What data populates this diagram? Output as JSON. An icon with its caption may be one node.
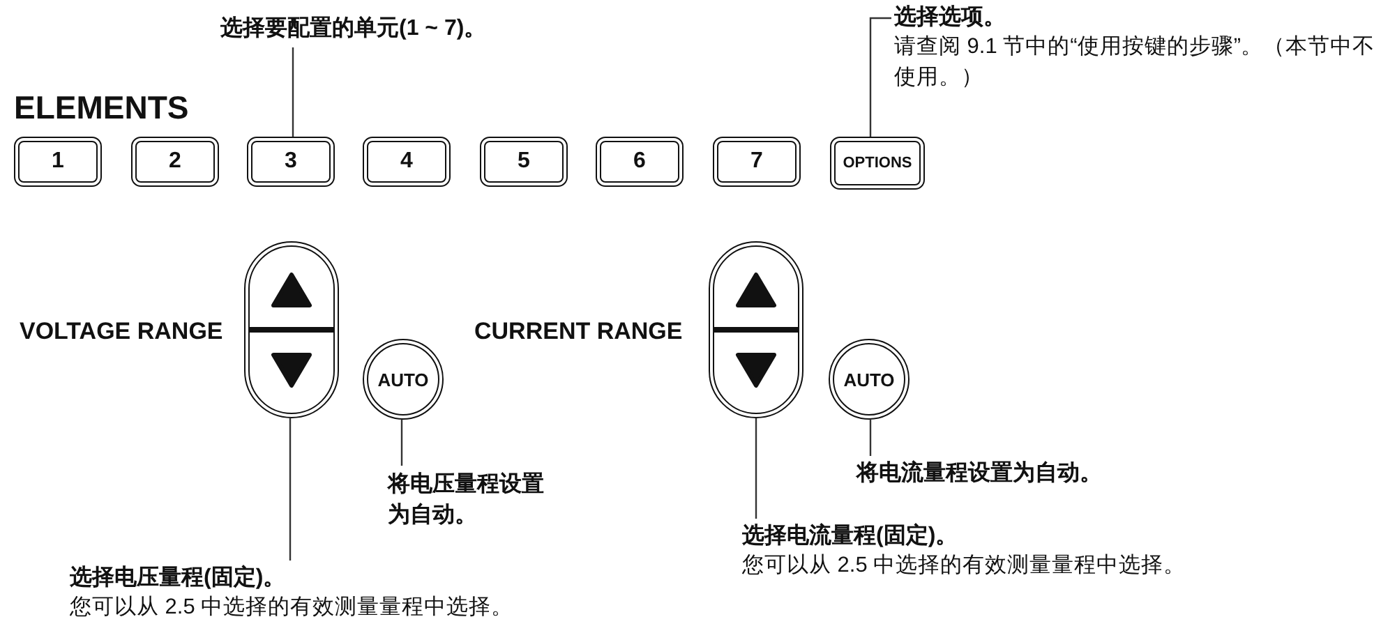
{
  "diagram": {
    "nodes": [
      {
        "text": [
          "选择要配置的单元(1 ~ 7)。"
        ]
      },
      {
        "text": [
          "1"
        ]
      },
      {
        "text": [
          "2"
        ]
      },
      {
        "text": [
          "3"
        ]
      },
      {
        "text": [
          "4"
        ]
      },
      {
        "text": [
          "5"
        ]
      },
      {
        "text": [
          "6"
        ]
      },
      {
        "text": [
          "7"
        ]
      },
      {
        "text": [
          "OPTIONS"
        ]
      },
      {
        "text": [
          "选择选项。",
          "请查阅 9.1 节中的“使用按键的步骤”。（本节中不使用。）"
        ]
      },
      {
        "text": [],
        "shape": "box"
      },
      {
        "text": [
          "AUTO"
        ]
      },
      {
        "text": [],
        "shape": "box"
      },
      {
        "text": [
          "AUTO"
        ]
      },
      {
        "text": [
          "选择电压量程(固定)。",
          "您可以从 2.5 中选择的有效测量量程中选择。"
        ]
      },
      {
        "text": [
          "将电压量程设置为自动。"
        ]
      },
      {
        "text": [
          "将电流量程设置为自动。"
        ]
      },
      {
        "text": [
          "选择电流量程(固定)。",
          "您可以从 2.5 中选择的有效测量量程中选择。"
        ]
      }
    ],
    "edges": [
      {
        "from": 0,
        "to": 3,
        "arrow": "none"
      },
      {
        "from": 9,
        "to": 8,
        "arrow": "none"
      },
      {
        "from": 14,
        "to": 10,
        "arrow": "none"
      },
      {
        "from": 15,
        "to": 11,
        "arrow": "none"
      },
      {
        "from": 17,
        "to": 12,
        "arrow": "none"
      },
      {
        "from": 16,
        "to": 13,
        "arrow": "none"
      }
    ],
    "labels": [
      "ELEMENTS",
      "VOLTAGE RANGE",
      "CURRENT RANGE"
    ]
  }
}
